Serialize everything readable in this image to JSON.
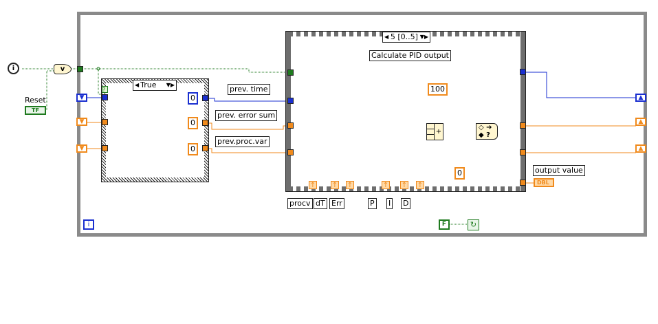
{
  "while_loop": {
    "iteration_terminal": "i",
    "stop_constant": "F"
  },
  "controls": {
    "reset_label": "Reset",
    "reset_terminal": "TF"
  },
  "case_structure": {
    "selector": "True",
    "constants": [
      "0",
      "0",
      "0"
    ]
  },
  "labels": {
    "prev_time": "prev. time",
    "prev_error_sum": "prev. error sum",
    "prev_proc_var": "prev.proc.var"
  },
  "sequence": {
    "selector": "5 [0..5]",
    "comment": "Calculate PID output",
    "constant_100": "100",
    "constant_0": "0",
    "add_symbol": "+",
    "locals": [
      "procv",
      "dT",
      "Err",
      "P",
      "I",
      "D"
    ]
  },
  "output": {
    "label": "output value",
    "terminal": "DBL"
  },
  "colors": {
    "double": "#f08a1c",
    "int": "#1a2fd0",
    "bool": "#1f7a1f",
    "loop": "#8a8a8a"
  }
}
